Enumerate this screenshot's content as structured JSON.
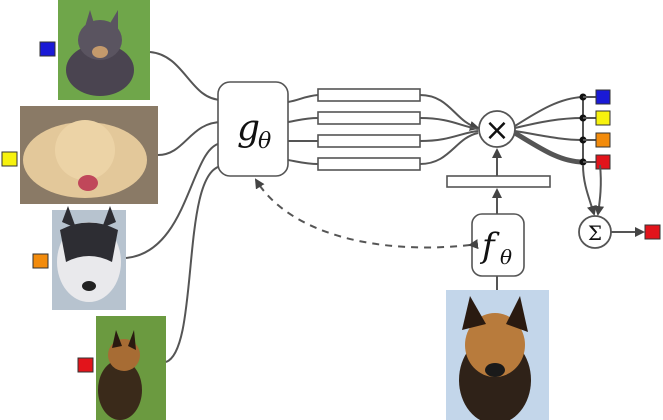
{
  "support_items": [
    {
      "label_color": "#1a1ad6",
      "image": "chihuahua-photo"
    },
    {
      "label_color": "#f7f20e",
      "image": "labrador-photo"
    },
    {
      "label_color": "#f28b0c",
      "image": "husky-photo"
    },
    {
      "label_color": "#e2141b",
      "image": "german-shepherd-photo"
    }
  ],
  "query": {
    "image": "german-shepherd-query-photo"
  },
  "encoders": {
    "g": "g",
    "g_sub": "θ",
    "f": "f",
    "f_sub": "θ"
  },
  "ops": {
    "multiply": "×",
    "sum": "Σ"
  },
  "output": {
    "predicted_color": "#e2141b"
  },
  "colors": {
    "line": "#555555",
    "arrowhead": "#444444"
  }
}
